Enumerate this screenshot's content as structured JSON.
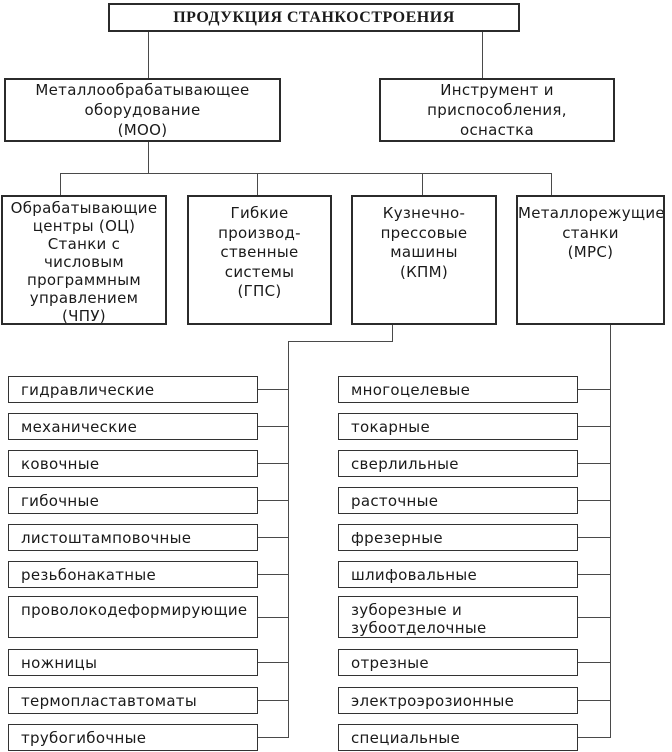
{
  "diagram": {
    "title": "ПРОДУКЦИЯ СТАНКОСТРОЕНИЯ",
    "level2": {
      "moo": {
        "text": "Металлообрабатывающее\nоборудование\n(МОО)"
      },
      "tools": {
        "text": "Инструмент и\nприспособления,\nоснастка"
      }
    },
    "level3": {
      "chpu": {
        "text": "Обрабатывающие\nцентры (ОЦ)\nСтанки с\nчисловым\nпрограммным\nуправлением\n(ЧПУ)"
      },
      "gps": {
        "text": "Гибкие\nпроизвод-\nственные\nсистемы\n(ГПС)"
      },
      "kpm": {
        "text": "Кузнечно-\nпрессовые\nмашины\n(КПМ)"
      },
      "mrs": {
        "text": "Металлорежущие\nстанки\n(МРС)"
      }
    },
    "kpm_types": [
      "гидравлические",
      "механические",
      "ковочные",
      "гибочные",
      "листоштамповочные",
      "резьбонакатные",
      "проволокодеформирующие",
      "ножницы",
      "термопластавтоматы",
      "трубогибочные"
    ],
    "mrs_types": [
      "многоцелевые",
      "токарные",
      "сверлильные",
      "расточные",
      "фрезерные",
      "шлифовальные",
      "зуборезные и\nзубоотделочные",
      "отрезные",
      "электроэрозионные",
      "специальные"
    ]
  }
}
